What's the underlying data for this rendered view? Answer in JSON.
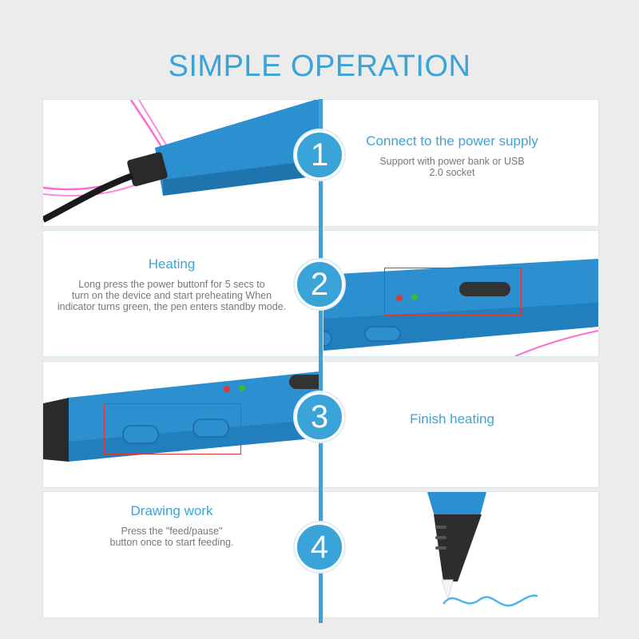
{
  "page": {
    "title": "SIMPLE OPERATION"
  },
  "steps": [
    {
      "number": "1",
      "title": "Connect to the power supply",
      "desc": "Support with power bank or USB\n2.0 socket"
    },
    {
      "number": "2",
      "title": "Heating",
      "desc": "Long press the power buttonf for 5 secs to\nturn on the device and start preheating When\nindicator turns green, the pen enters standby mode."
    },
    {
      "number": "3",
      "title": "Finish heating",
      "desc": ""
    },
    {
      "number": "4",
      "title": "Drawing work",
      "desc": "Press the \"feed/pause\"\nbutton once to start feeding."
    }
  ],
  "colors": {
    "accent": "#3aa3d8",
    "pen_body": "#2b8fd0",
    "highlight": "#e0322f",
    "filament": "#ff6ad5"
  }
}
